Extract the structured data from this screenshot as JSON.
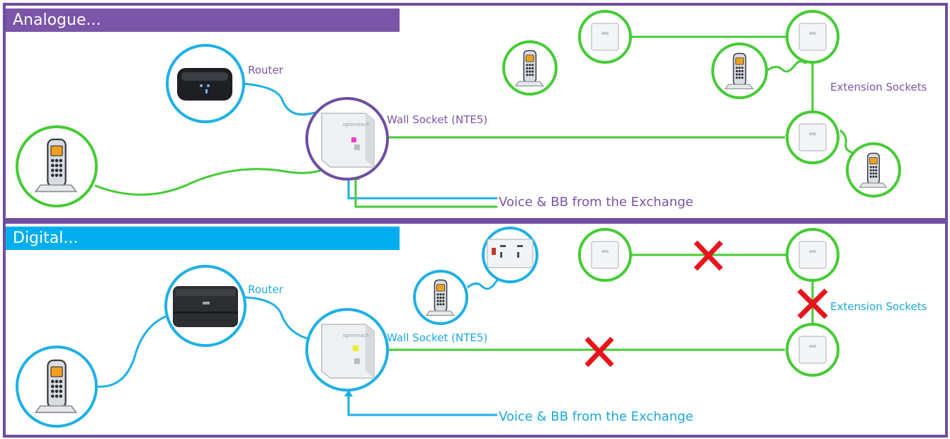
{
  "analogue": {
    "title": "Analogue...",
    "router_label": "Router",
    "wall_socket_label": "Wall Socket (NTE5)",
    "extension_label": "Extension Sockets",
    "exchange_label": "Voice & BB from the Exchange"
  },
  "digital": {
    "title": "Digital...",
    "router_label": "Router",
    "wall_socket_label": "Wall Socket (NTE5)",
    "extension_label": "Extension Sockets",
    "exchange_label": "Voice & BB from the Exchange"
  },
  "colors": {
    "purple": "#6f4ea0",
    "blue": "#1cb0e6",
    "green": "#44cc33",
    "red": "#e8141c",
    "label_purple": "#7a55a8",
    "label_blue": "#1aa7de"
  },
  "icons": [
    "router-icon",
    "phone-icon",
    "wall-socket-icon",
    "extension-socket-icon",
    "power-socket-icon",
    "cross-icon"
  ]
}
